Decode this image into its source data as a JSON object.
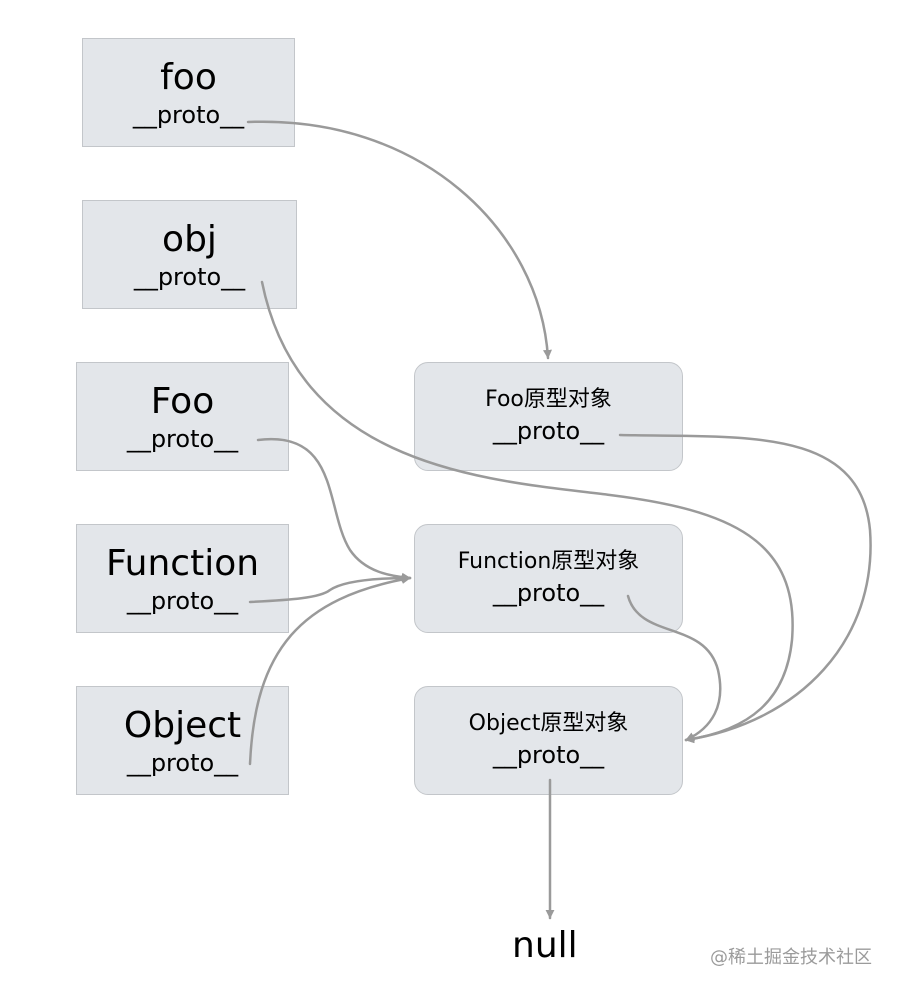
{
  "left_boxes": [
    {
      "name": "foo",
      "proto": "__proto__"
    },
    {
      "name": "obj",
      "proto": "__proto__"
    },
    {
      "name": "Foo",
      "proto": "__proto__"
    },
    {
      "name": "Function",
      "proto": "__proto__"
    },
    {
      "name": "Object",
      "proto": "__proto__"
    }
  ],
  "right_boxes": [
    {
      "name": "Foo原型对象",
      "proto": "__proto__"
    },
    {
      "name": "Function原型对象",
      "proto": "__proto__"
    },
    {
      "name": "Object原型对象",
      "proto": "__proto__"
    }
  ],
  "terminal": "null",
  "watermark": "@稀土掘金技术社区",
  "colors": {
    "box_fill": "#e3e6ea",
    "box_border": "#c3c6ca",
    "arrow": "#9a9a9a"
  }
}
